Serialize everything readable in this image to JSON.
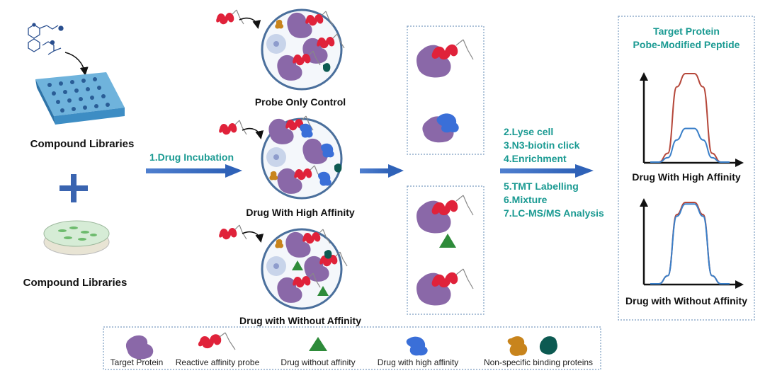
{
  "left": {
    "library_top_label": "Compound Libraries",
    "library_bottom_label": "Compound Libraries"
  },
  "incubation": {
    "step_label": "1.Drug Incubation",
    "panel_labels": [
      "Probe Only Control",
      "Drug With High Affinity",
      "Drug with Without Affinity"
    ]
  },
  "processing_steps": {
    "group1": [
      "2.Lyse cell",
      "3.N3-biotin click",
      "4.Enrichment"
    ],
    "group2": [
      "5.TMT Labelling",
      "6.Mixture",
      "7.LC-MS/MS Analysis"
    ]
  },
  "results": {
    "title_line1": "Target Protein",
    "title_line2": "Pobe-Modified Peptide",
    "chart_labels": [
      "Drug With High Affinity",
      "Drug with Without Affinity"
    ]
  },
  "legend": {
    "items": [
      "Target Protein",
      "Reactive affinity probe",
      "Drug without affinity",
      "Drug with high affinity",
      "Non-specific binding proteins"
    ]
  },
  "colors": {
    "teal": "#1a9a92",
    "arrow_blue": "#2f62b8",
    "target_protein": "#8a68a8",
    "probe_red": "#e0223a",
    "drug_high_affinity": "#3a6fd8",
    "drug_without_affinity": "#2e8b3a",
    "nonspecific_orange": "#c8841c",
    "nonspecific_teal": "#0d5a52",
    "curve_red": "#b5473a",
    "curve_blue": "#3a7fc8"
  },
  "chart_data": [
    {
      "type": "line",
      "title": "",
      "xlabel": "",
      "ylabel": "",
      "series": [
        {
          "values": [
            0,
            0,
            0.1,
            0.85,
            1.0,
            1.0,
            0.85,
            0.1,
            0,
            0
          ]
        },
        {
          "values": [
            0,
            0,
            0.05,
            0.25,
            0.38,
            0.38,
            0.25,
            0.05,
            0,
            0
          ]
        }
      ]
    },
    {
      "type": "line",
      "title": "",
      "xlabel": "",
      "ylabel": "",
      "series": [
        {
          "values": [
            0,
            0,
            0.1,
            0.85,
            1.0,
            1.0,
            0.85,
            0.1,
            0,
            0
          ]
        },
        {
          "values": [
            0,
            0,
            0.1,
            0.83,
            0.98,
            0.98,
            0.83,
            0.1,
            0,
            0
          ]
        }
      ]
    }
  ]
}
